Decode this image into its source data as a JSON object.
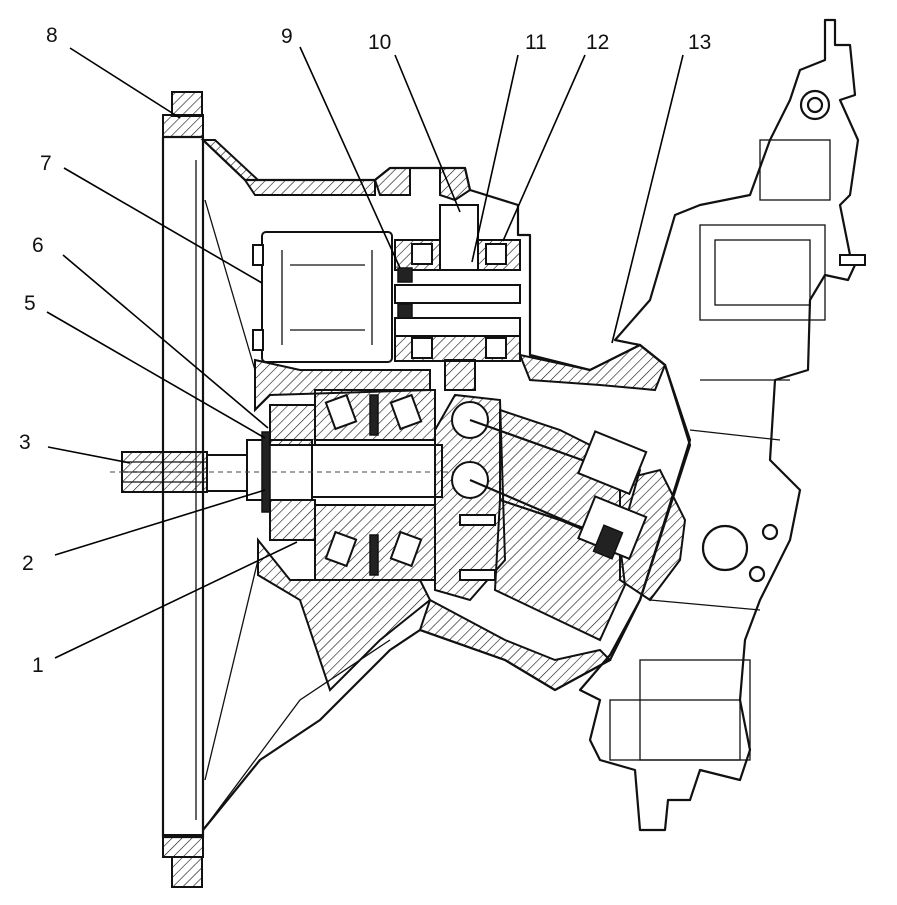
{
  "callouts": {
    "c1": "1",
    "c2": "2",
    "c3": "3",
    "c4": "5",
    "c5": "6",
    "c6": "7",
    "c7": "8",
    "c8": "9",
    "c9": "10",
    "c10": "11",
    "c11": "12",
    "c12": "13"
  }
}
